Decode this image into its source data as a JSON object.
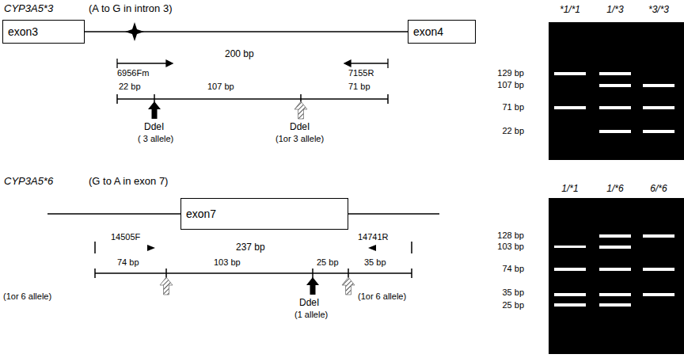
{
  "diagram": {
    "nodes": [
      {
        "text": [
          "exon3"
        ]
      },
      {
        "text": [
          "exon4"
        ]
      },
      {
        "text": [
          "exon7"
        ]
      }
    ],
    "edges": [
      {
        "from": 0,
        "to": 1,
        "arrow": "none"
      }
    ],
    "labels": [
      "CYP3A5*3",
      "(A to G in intron 3)",
      "6956Fm",
      "200 bp",
      "7155R",
      "22 bp",
      "107 bp",
      "71 bp",
      "DdeI",
      "( 3 allele)",
      "DdeI",
      "(1or 3 allele)",
      "129 bp",
      "107 bp",
      "71 bp",
      "22 bp",
      "*1/*1",
      "1/*3",
      "*3/*3",
      "CYP3A5*6",
      "(G to A in exon 7)",
      "14505F",
      "237 bp",
      "14741R",
      "74 bp",
      "103 bp",
      "25 bp",
      "35 bp",
      "(1or 6 allele)",
      "DdeI",
      "(1 allele)",
      "(1or 6 allele)",
      "128 bp",
      "103 bp",
      "74 bp",
      "35 bp",
      "25 bp",
      "1/*1",
      "1/*6",
      "6/*6"
    ]
  }
}
